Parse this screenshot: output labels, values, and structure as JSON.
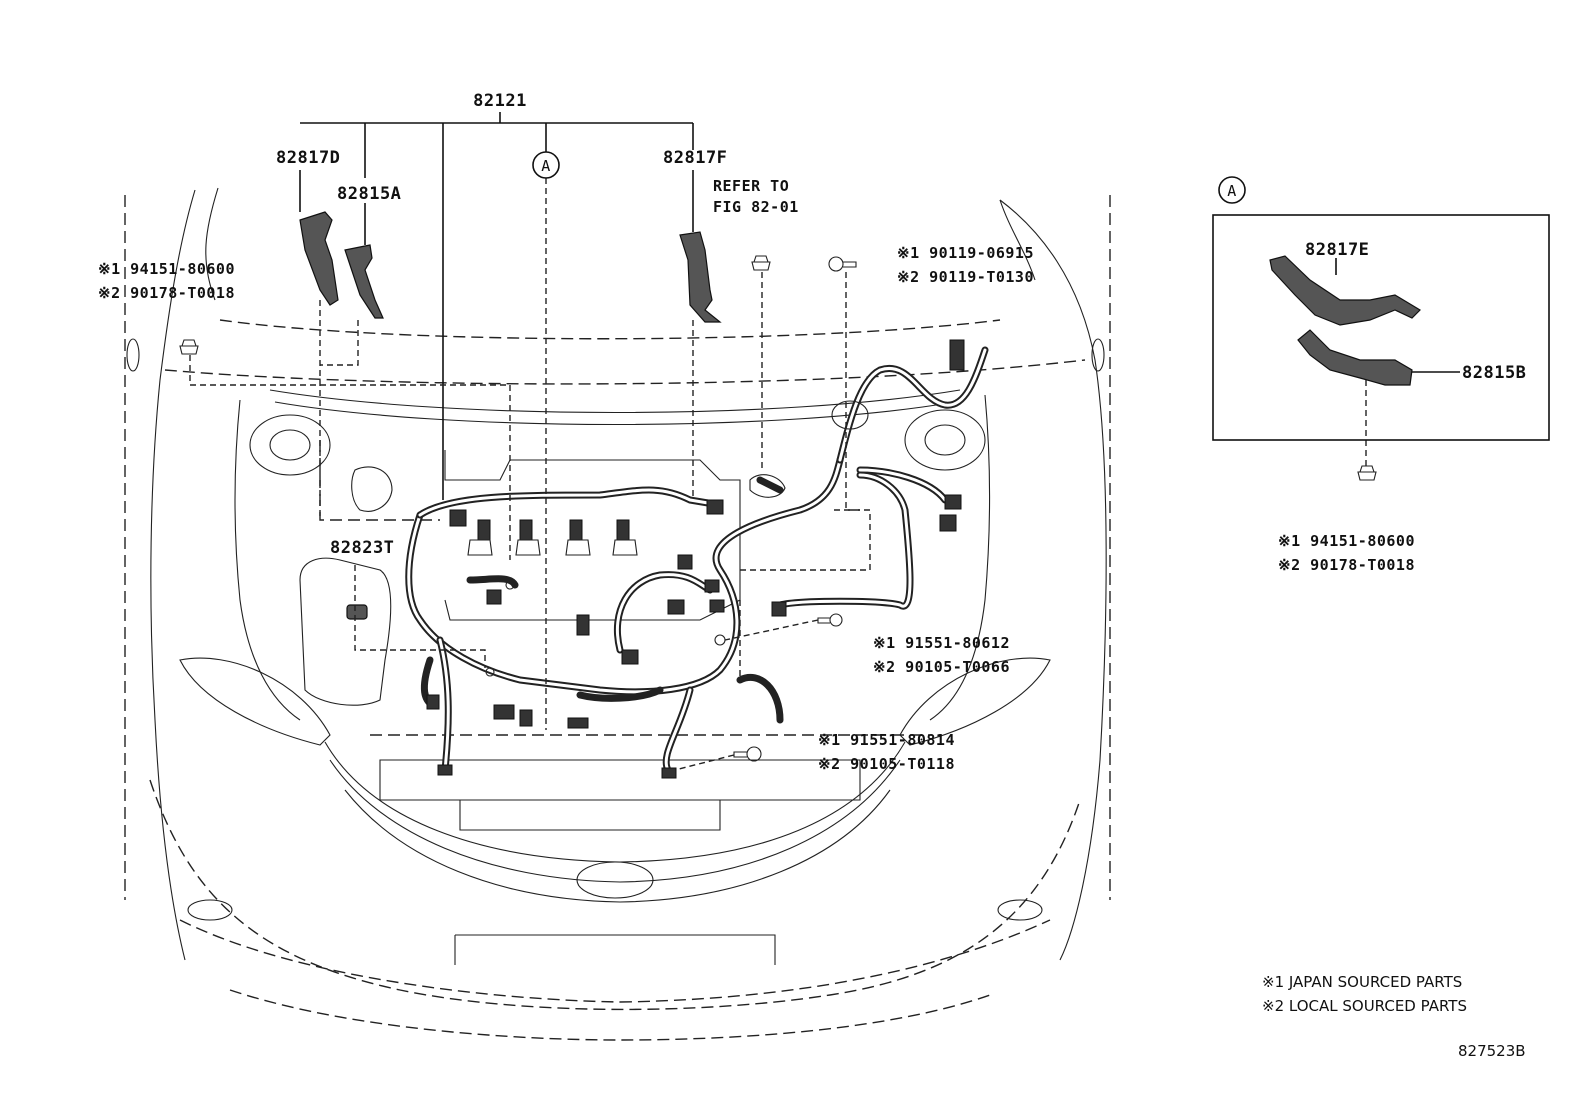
{
  "labels": {
    "harness_main": "82121",
    "bracket_d": "82817D",
    "bracket_a": "82815A",
    "bracket_f": "82817F",
    "bracket_t": "82823T",
    "bracket_e": "82817E",
    "bracket_b": "82815B",
    "callout_a": "A",
    "callout_a_inset": "A"
  },
  "refer": {
    "line1": "REFER TO",
    "line2": "FIG 82-01"
  },
  "fasteners": {
    "left_clip": {
      "p1": "※1 94151-80600",
      "p2": "※2 90178-T0018"
    },
    "top_bolt": {
      "p1": "※1 90119-06915",
      "p2": "※2 90119-T0130"
    },
    "mid_bolt": {
      "p1": "※1 91551-80612",
      "p2": "※2 90105-T0066"
    },
    "low_bolt": {
      "p1": "※1 91551-80814",
      "p2": "※2 90105-T0118"
    },
    "inset_clip": {
      "p1": "※1 94151-80600",
      "p2": "※2 90178-T0018"
    }
  },
  "legend": {
    "note1": "※1 JAPAN SOURCED PARTS",
    "note2": "※2 LOCAL SOURCED PARTS"
  },
  "figure_id": "827523B"
}
